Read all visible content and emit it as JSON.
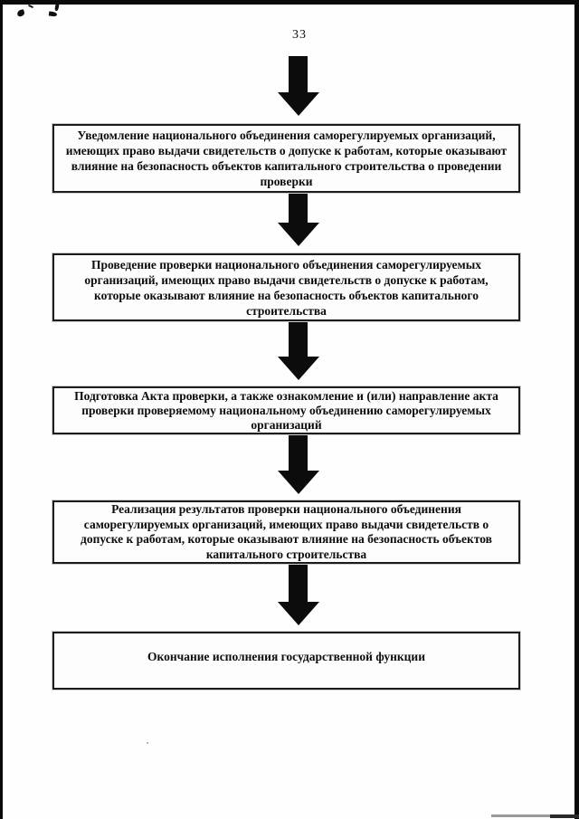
{
  "page": {
    "number": "33"
  },
  "flowchart": {
    "steps": [
      {
        "text": "Уведомление национального объединения саморегулируемых организаций, имеющих право выдачи свидетельств о допуске к работам, которые оказывают влияние на безопасность объектов капитального строительства о проведении проверки"
      },
      {
        "text": "Проведение проверки национального объединения саморегулируемых организаций, имеющих право выдачи свидетельств о допуске к работам, которые оказывают влияние на безопасность объектов капитального строительства"
      },
      {
        "text": "Подготовка Акта проверки, а также ознакомление и (или) направление акта проверки проверяемому национальному объединению саморегулируемых организаций"
      },
      {
        "text": "Реализация результатов проверки национального объединения саморегулируемых организаций, имеющих право выдачи свидетельств о допуске к работам, которые оказывают влияние на безопасность объектов капитального строительства"
      },
      {
        "text": "Окончание исполнения государственной функции"
      }
    ]
  },
  "colors": {
    "ink": "#0d0d0d",
    "paper": "#fefefe",
    "box_border": "#1c1c1c",
    "scan_gray": "#9a9a9a"
  }
}
